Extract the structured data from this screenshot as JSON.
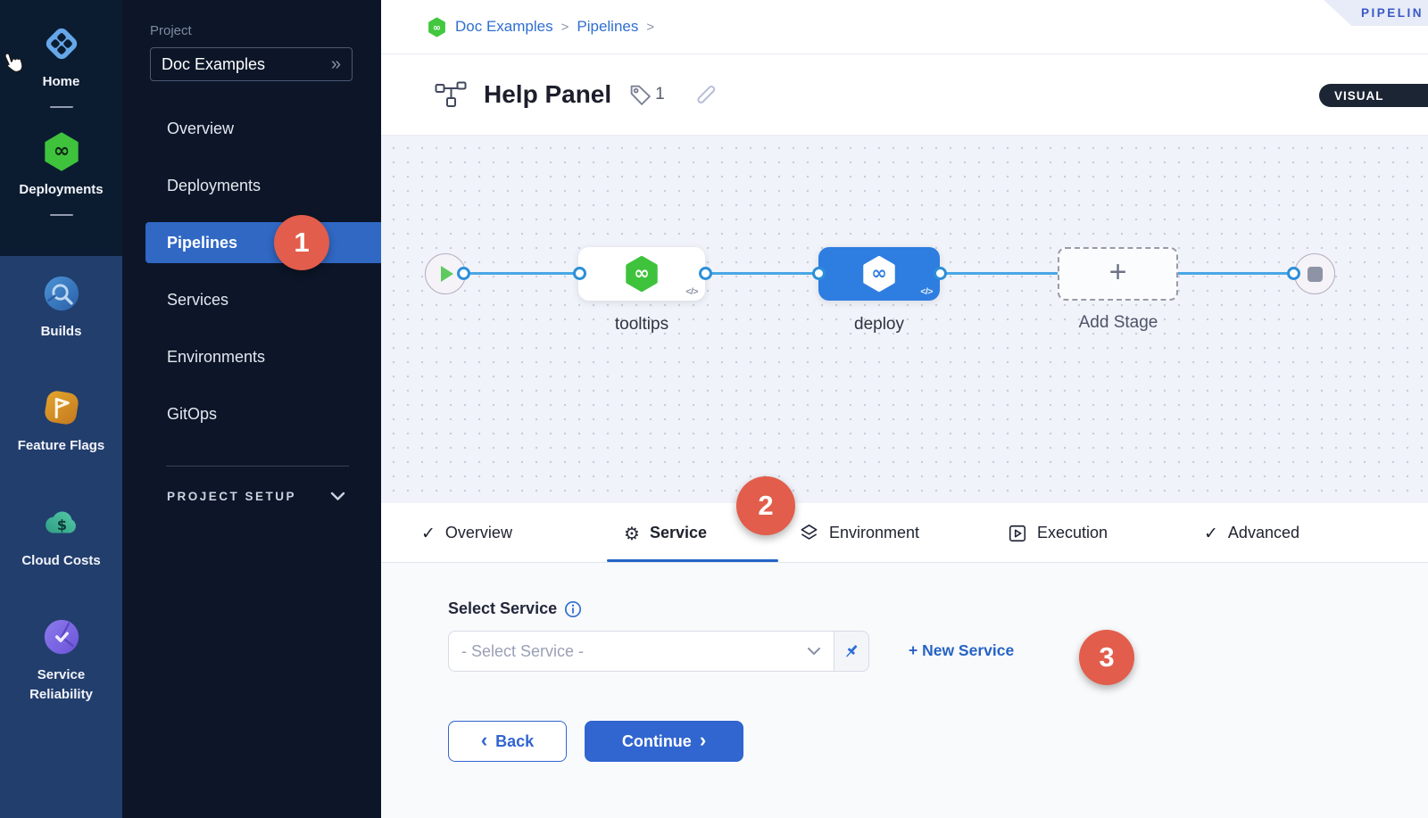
{
  "module_sidebar": {
    "items": [
      {
        "label": "Home",
        "icon": "home-icon"
      },
      {
        "label": "Deployments",
        "icon": "deployments-icon"
      },
      {
        "label": "Builds",
        "icon": "builds-icon"
      },
      {
        "label": "Feature Flags",
        "icon": "feature-flags-icon"
      },
      {
        "label": "Cloud Costs",
        "icon": "cloud-costs-icon"
      },
      {
        "label": "Service Reliability",
        "icon": "service-reliability-icon"
      }
    ]
  },
  "project_nav": {
    "section_label": "Project",
    "project_name": "Doc Examples",
    "items": [
      "Overview",
      "Deployments",
      "Pipelines",
      "Services",
      "Environments",
      "GitOps"
    ],
    "selected_item": "Pipelines",
    "setup_label": "PROJECT SETUP"
  },
  "breadcrumb": {
    "project": "Doc Examples",
    "section": "Pipelines"
  },
  "header": {
    "title": "Help Panel",
    "tag_count": "1",
    "ribbon_label": "PIPELIN",
    "mode_label": "VISUAL"
  },
  "canvas": {
    "nodes": [
      {
        "label": "tooltips",
        "type": "stage"
      },
      {
        "label": "deploy",
        "type": "stage-selected"
      },
      {
        "label": "Add Stage",
        "type": "add-stage"
      }
    ]
  },
  "tabs": [
    {
      "label": "Overview",
      "icon": "check"
    },
    {
      "label": "Service",
      "icon": "gear",
      "selected": true
    },
    {
      "label": "Environment",
      "icon": "layers"
    },
    {
      "label": "Execution",
      "icon": "play-box"
    },
    {
      "label": "Advanced",
      "icon": "check"
    }
  ],
  "form": {
    "select_service_label": "Select Service",
    "select_placeholder": "- Select Service -",
    "new_service_label": "+ New Service",
    "back_label": "Back",
    "continue_label": "Continue"
  },
  "annotations": {
    "step_1": "1",
    "step_2": "2",
    "step_3": "3"
  },
  "icons": {
    "check": "✓",
    "gear": "⚙",
    "code": "</>",
    "plus": "+",
    "double_chevron": "»",
    "breadcrumb_sep": ">",
    "chevron_left": "‹",
    "chevron_right": "›"
  },
  "colors": {
    "accent_blue": "#3165cf",
    "link_blue": "#2f6fd0",
    "badge_red": "#e25d4b",
    "nav_selected_blue": "#3068c4",
    "harness_green": "#3fc23c",
    "node_blue": "#2e7de0"
  }
}
